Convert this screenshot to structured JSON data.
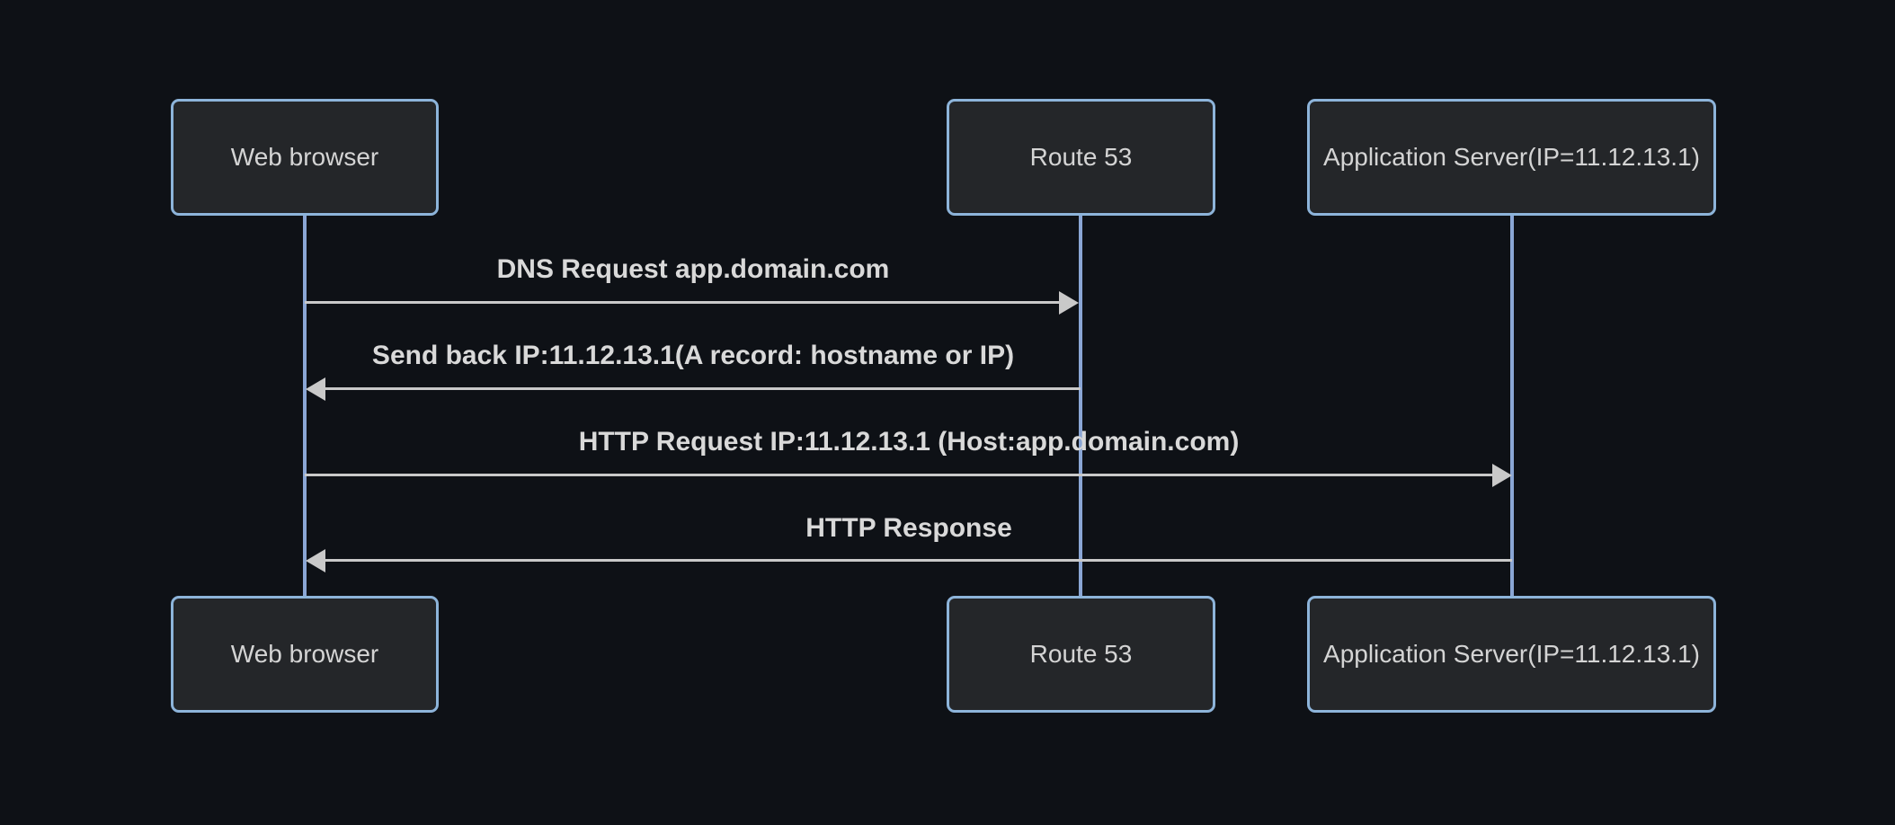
{
  "diagram": {
    "kind": "sequence-diagram",
    "actors": [
      {
        "id": "browser",
        "label": "Web browser"
      },
      {
        "id": "route53",
        "label": "Route 53"
      },
      {
        "id": "appserver",
        "label": "Application Server(IP=11.12.13.1)"
      }
    ],
    "messages": [
      {
        "from": "browser",
        "to": "route53",
        "direction": "right",
        "line_style": "solid",
        "label": "DNS Request app.domain.com"
      },
      {
        "from": "route53",
        "to": "browser",
        "direction": "left",
        "line_style": "solid",
        "label": "Send back IP:11.12.13.1(A record: hostname or IP)"
      },
      {
        "from": "browser",
        "to": "appserver",
        "direction": "right",
        "line_style": "solid",
        "label": "HTTP Request IP:11.12.13.1 (Host:app.domain.com)"
      },
      {
        "from": "appserver",
        "to": "browser",
        "direction": "left",
        "line_style": "solid",
        "label": "HTTP Response"
      }
    ],
    "colors": {
      "background": "#0e1116",
      "actor_fill": "#242629",
      "actor_border": "#8db4da",
      "actor_text": "#d4d4d4",
      "lifeline": "#8aa6d5",
      "signal_line": "#c9c9c9",
      "signal_text": "#d9d9d9"
    }
  }
}
